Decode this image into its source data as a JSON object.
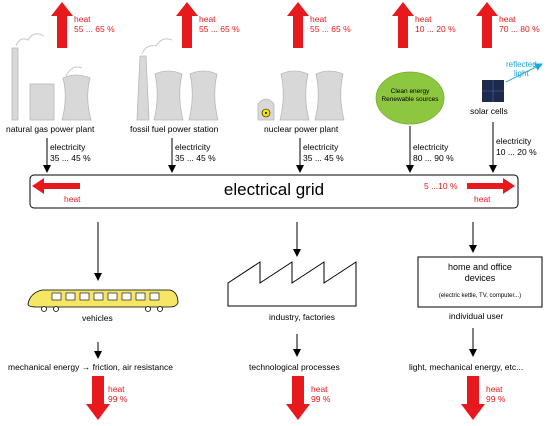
{
  "colors": {
    "heat": "#e8191d",
    "facility": "#d8d8d8",
    "clean": "#8dc63f",
    "train": "#f5e663",
    "reflected": "#1aa7e0"
  },
  "sources": {
    "natural_gas": {
      "label": "natural gas power plant",
      "heat": "heat",
      "heat_range": "55 ... 65 %",
      "elec": "electricity",
      "elec_range": "35 ... 45 %"
    },
    "fossil": {
      "label": "fossil fuel power station",
      "heat": "heat",
      "heat_range": "55 ... 65 %",
      "elec": "electricity",
      "elec_range": "35 ... 45 %"
    },
    "nuclear": {
      "label": "nuclear power plant",
      "heat": "heat",
      "heat_range": "55 ... 65 %",
      "elec": "electricity",
      "elec_range": "35 ... 45 %"
    },
    "clean": {
      "line1": "Clean energy",
      "line2": "Renewable sources",
      "heat": "heat",
      "heat_range": "10 ... 20 %",
      "elec": "electricity",
      "elec_range": "80 ... 90 %"
    },
    "solar": {
      "label": "solar cells",
      "reflected1": "reflected",
      "reflected2": "light",
      "heat": "heat",
      "heat_range": "70 ... 80 %",
      "elec": "electricity",
      "elec_range": "10 ... 20 %"
    }
  },
  "grid": {
    "title": "electrical grid",
    "heat_left": "heat",
    "heat_right": "heat",
    "loss": "5 ...10 %"
  },
  "consumers": {
    "vehicles": {
      "label": "vehicles",
      "process": "mechanical energy",
      "process_arrow": "→",
      "process_tail": "friction, air resistance",
      "heat": "heat",
      "heat_pct": "99 %"
    },
    "industry": {
      "label": "industry, factories",
      "process": "technological processes",
      "heat": "heat",
      "heat_pct": "99 %"
    },
    "home": {
      "box_title1": "home and office",
      "box_title2": "devices",
      "box_sub": "(electric kettle, TV, computer...)",
      "label": "individual user",
      "process": "light, mechanical energy, etc...",
      "heat": "heat",
      "heat_pct": "99 %"
    }
  }
}
